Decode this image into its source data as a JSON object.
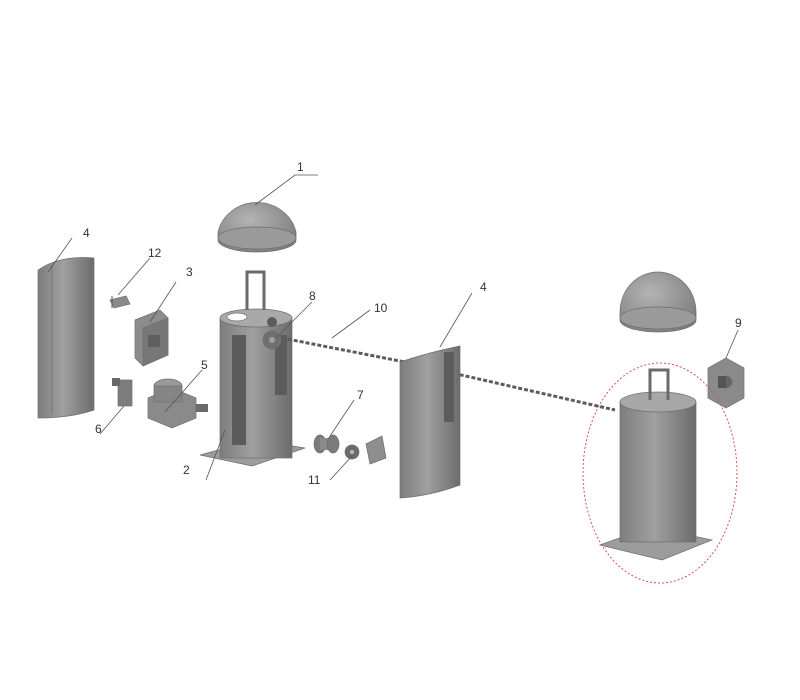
{
  "diagram": {
    "callouts": [
      {
        "id": "c1",
        "label": "1"
      },
      {
        "id": "c2",
        "label": "2"
      },
      {
        "id": "c3",
        "label": "3"
      },
      {
        "id": "c4a",
        "label": "4"
      },
      {
        "id": "c4b",
        "label": "4"
      },
      {
        "id": "c5",
        "label": "5"
      },
      {
        "id": "c6",
        "label": "6"
      },
      {
        "id": "c7",
        "label": "7"
      },
      {
        "id": "c8",
        "label": "8"
      },
      {
        "id": "c9",
        "label": "9"
      },
      {
        "id": "c10",
        "label": "10"
      },
      {
        "id": "c11",
        "label": "11"
      },
      {
        "id": "c12",
        "label": "12"
      }
    ],
    "colors": {
      "part_fill": "#8f8f8f",
      "part_dark": "#6b6b6b",
      "part_light": "#b5b5b5",
      "highlight_circle": "#d9534f"
    }
  }
}
